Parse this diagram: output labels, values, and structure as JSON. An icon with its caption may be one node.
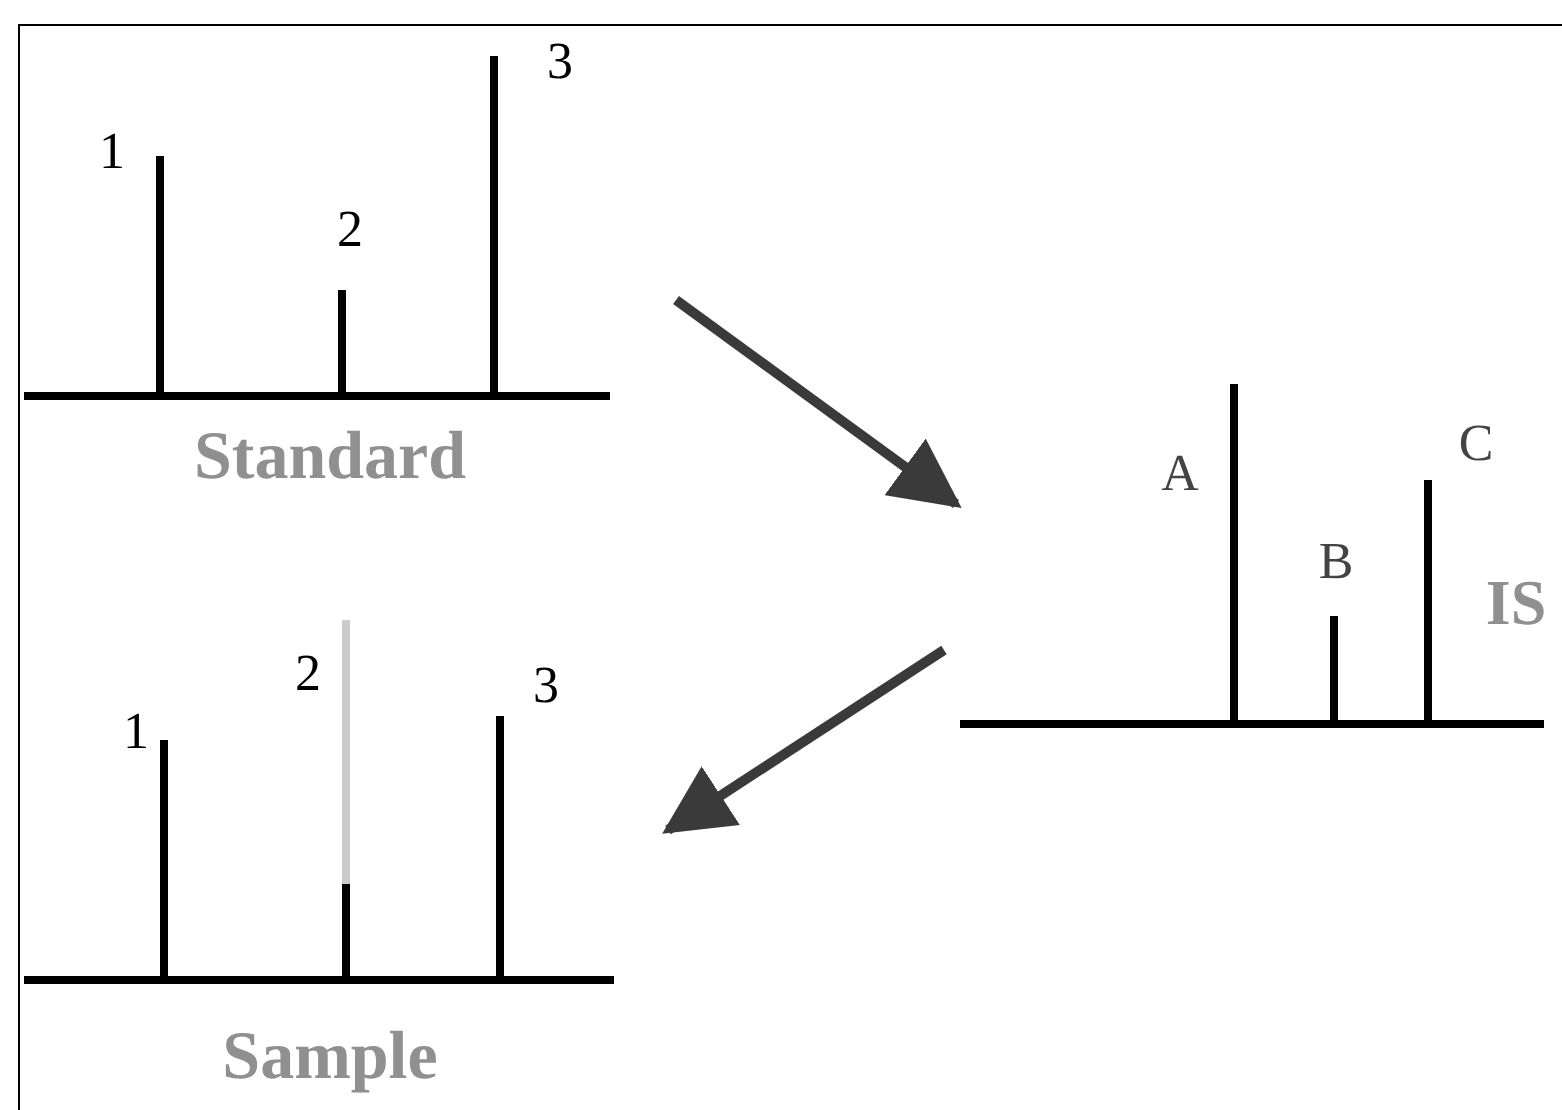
{
  "diagram": {
    "nodes": [
      {
        "text": [
          "Standard"
        ]
      },
      {
        "text": [
          "IS"
        ]
      },
      {
        "text": [
          "Sample"
        ]
      }
    ],
    "edges": [
      {
        "from": 0,
        "to": 1,
        "arrow": "to"
      },
      {
        "from": 1,
        "to": 2,
        "arrow": "to"
      }
    ],
    "labels": [
      "1",
      "2",
      "3",
      "A",
      "B",
      "C",
      "1",
      "2",
      "3"
    ]
  }
}
